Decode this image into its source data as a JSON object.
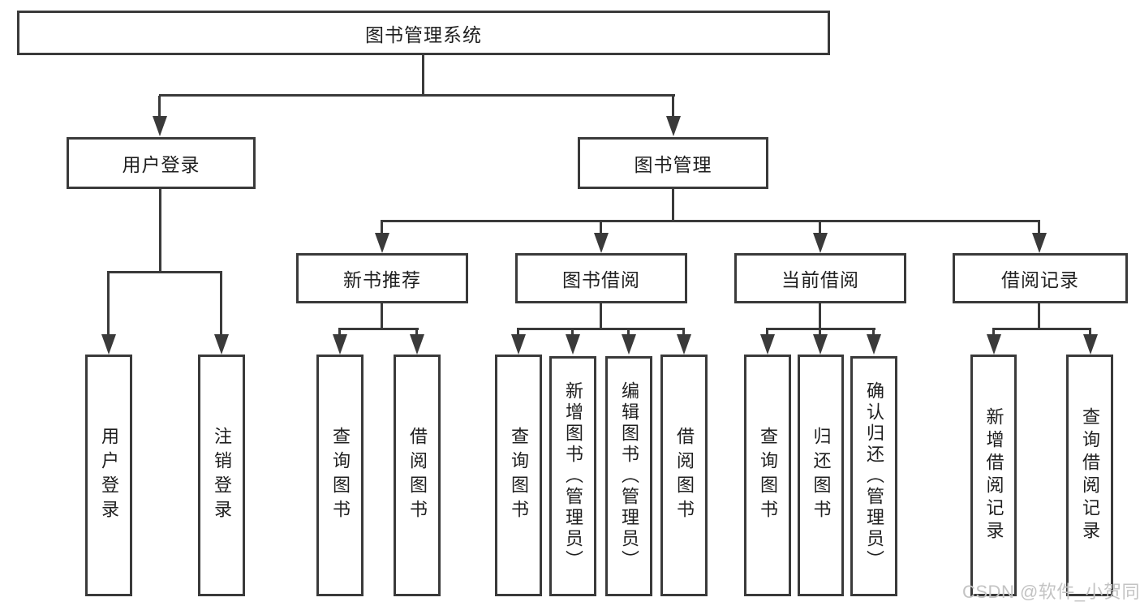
{
  "diagram": {
    "type": "hierarchy-tree",
    "root": {
      "label": "图书管理系统"
    },
    "level2": [
      {
        "label": "用户登录"
      },
      {
        "label": "图书管理"
      }
    ],
    "level3": [
      {
        "label": "新书推荐"
      },
      {
        "label": "图书借阅"
      },
      {
        "label": "当前借阅"
      },
      {
        "label": "借阅记录"
      }
    ],
    "leaves": {
      "user_login": [
        "用户登录",
        "注销登录"
      ],
      "new_book": [
        "查询图书",
        "借阅图书"
      ],
      "book_borrow": [
        "查询图书",
        "新增图书（管理员）",
        "编辑图书（管理员）",
        "借阅图书"
      ],
      "current_borrow": [
        "查询图书",
        "归还图书",
        "确认归还（管理员）"
      ],
      "borrow_record": [
        "新增借阅记录",
        "查询借阅记录"
      ]
    }
  },
  "colors": {
    "line": "#3a3a3a",
    "text": "#1f1f1f",
    "background": "#ffffff",
    "watermark_text_color": "#c3c3c3"
  },
  "watermark": {
    "text": "CSDN @软件_小贺同学"
  }
}
